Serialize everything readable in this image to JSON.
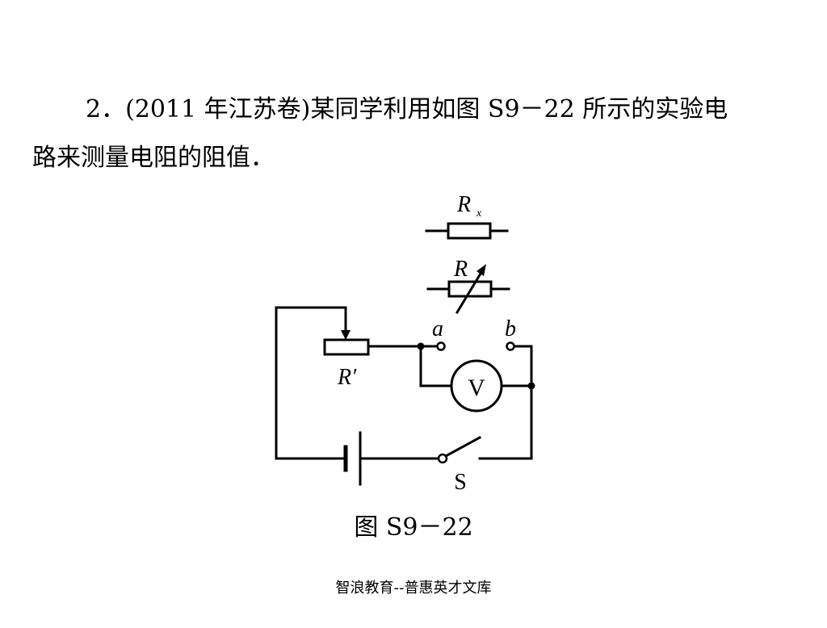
{
  "problem": {
    "line1": "2．(2011 年江苏卷)某同学利用如图 S9－22 所示的实验电",
    "line2": "路来测量电阻的阻值．"
  },
  "diagram": {
    "rx_label": "R",
    "rx_subscript": "x",
    "r_label": "R",
    "rprime_label": "R′",
    "a_label": "a",
    "b_label": "b",
    "voltmeter_label": "V",
    "switch_label": "S"
  },
  "caption": "图 S9－22",
  "footer": "智浪教育--普惠英才文库"
}
